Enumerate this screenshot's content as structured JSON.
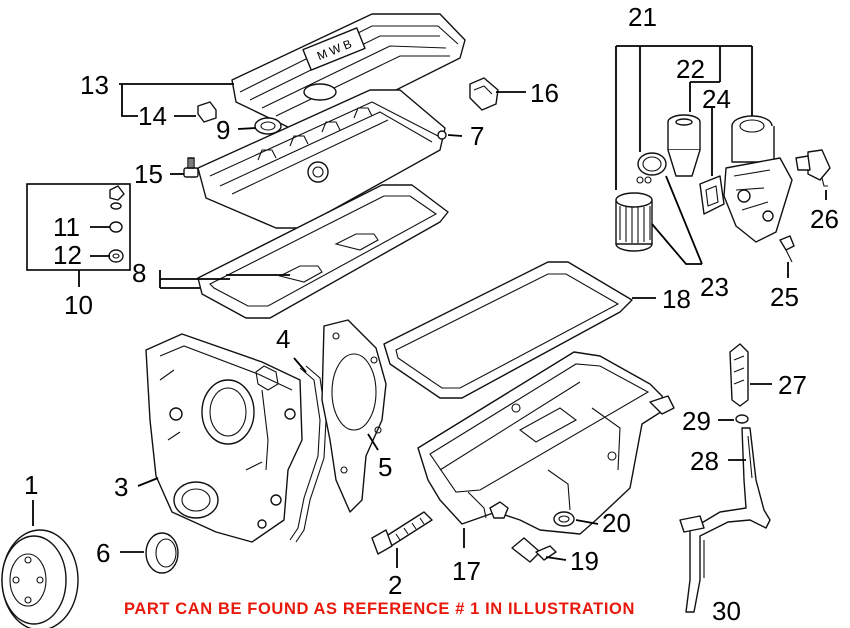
{
  "diagram": {
    "callouts": {
      "c1": "1",
      "c2": "2",
      "c3": "3",
      "c4": "4",
      "c5": "5",
      "c6": "6",
      "c7": "7",
      "c8": "8",
      "c9": "9",
      "c10": "10",
      "c11": "11",
      "c12": "12",
      "c13": "13",
      "c14": "14",
      "c15": "15",
      "c16": "16",
      "c17": "17",
      "c18": "18",
      "c19": "19",
      "c20": "20",
      "c21": "21",
      "c22": "22",
      "c23": "23",
      "c24": "24",
      "c25": "25",
      "c26": "26",
      "c27": "27",
      "c28": "28",
      "c29": "29",
      "c30": "30"
    },
    "cover_lettering": "M W B",
    "caption": "PART CAN BE FOUND AS REFERENCE # 1 IN ILLUSTRATION",
    "colors": {
      "lines": "#000000",
      "caption": "#e8190b",
      "background": "#ffffff"
    }
  }
}
